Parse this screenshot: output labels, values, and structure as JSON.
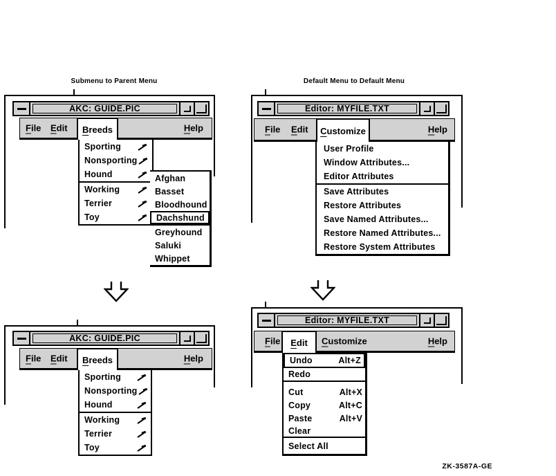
{
  "captions": {
    "left": "Submenu to Parent Menu",
    "right": "Default Menu to Default Menu"
  },
  "akc": {
    "title": "AKC: GUIDE.PIC",
    "menubar": {
      "file": "File",
      "edit": "Edit",
      "breeds": "Breeds",
      "help": "Help"
    },
    "breeds_menu": {
      "items": [
        "Sporting",
        "Nonsporting",
        "Hound",
        "Working",
        "Terrier",
        "Toy"
      ]
    },
    "hound_submenu": {
      "items": [
        "Afghan",
        "Basset",
        "Bloodhound",
        "Dachshund",
        "Greyhound",
        "Saluki",
        "Whippet"
      ],
      "selected": "Dachshund"
    }
  },
  "editor": {
    "title": "Editor: MYFILE.TXT",
    "menubar": {
      "file": "File",
      "edit": "Edit",
      "customize": "Customize",
      "help": "Help"
    },
    "customize_menu": {
      "items": [
        "User Profile",
        "Window Attributes...",
        "Editor Attributes",
        "Save Attributes",
        "Restore Attributes",
        "Save Named Attributes...",
        "Restore Named Attributes...",
        "Restore System Attributes"
      ]
    },
    "edit_menu": {
      "items": [
        {
          "label": "Undo",
          "accel": "Alt+Z"
        },
        {
          "label": "Redo",
          "accel": ""
        },
        {
          "label": "Cut",
          "accel": "Alt+X"
        },
        {
          "label": "Copy",
          "accel": "Alt+C"
        },
        {
          "label": "Paste",
          "accel": "Alt+V"
        },
        {
          "label": "Clear",
          "accel": ""
        },
        {
          "label": "Select All",
          "accel": ""
        }
      ]
    }
  },
  "figure_code": "ZK-3587A-GE"
}
